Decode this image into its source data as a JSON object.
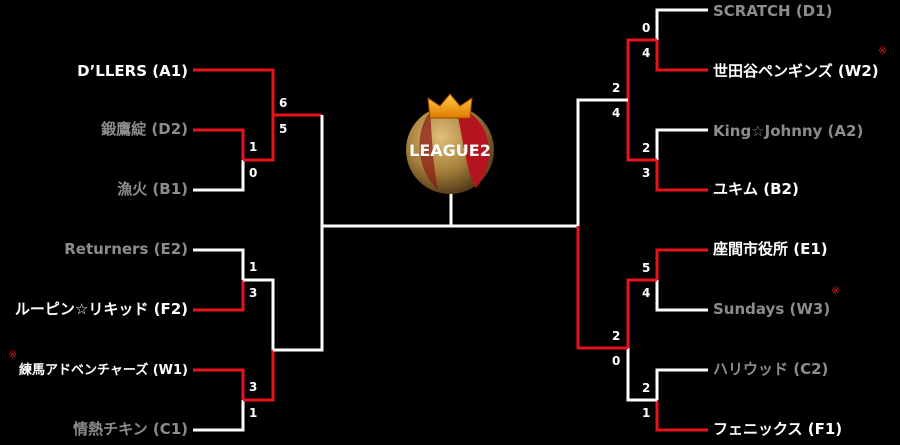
{
  "colors": {
    "winner_line": "#e8121e",
    "loser_line": "#ffffff",
    "winner_text": "#ffffff",
    "loser_text": "#8c8c8c",
    "mark": "#d01818"
  },
  "logo": {
    "text": "LEAGUE2",
    "icon": "crown-icon"
  },
  "mark_symbol": "※",
  "left": {
    "teams": [
      {
        "name": "D’LLERS (A1)",
        "winner": true
      },
      {
        "name": "鍛鷹綻 (D2)",
        "winner": false
      },
      {
        "name": "漁火 (B1)",
        "winner": false
      },
      {
        "name": "Returners (E2)",
        "winner": false
      },
      {
        "name": "ルーピン☆リキッド (F2)",
        "winner": true
      },
      {
        "name": "練馬アドベンチャーズ (W1)",
        "winner": true,
        "mark": true
      },
      {
        "name": "情熱チキン (C1)",
        "winner": false
      }
    ],
    "scores": {
      "qf1_a": "1",
      "qf1_b": "0",
      "qf2_a": "1",
      "qf2_b": "3",
      "qf3_a": "3",
      "qf3_b": "1",
      "sf1_a": "6",
      "sf1_b": "5"
    }
  },
  "right": {
    "teams": [
      {
        "name": "SCRATCH (D1)",
        "winner": false
      },
      {
        "name": "世田谷ペンギンズ (W2)",
        "winner": true,
        "mark": true
      },
      {
        "name": "King☆Johnny (A2)",
        "winner": false
      },
      {
        "name": "ユキム (B2)",
        "winner": true
      },
      {
        "name": "座間市役所 (E1)",
        "winner": true
      },
      {
        "name": "Sundays (W3)",
        "winner": false,
        "mark": true
      },
      {
        "name": "ハリウッド (C2)",
        "winner": false
      },
      {
        "name": "フェニックス (F1)",
        "winner": true
      }
    ],
    "scores": {
      "r1_a": "0",
      "r1_b": "4",
      "r2_a": "2",
      "r2_b": "3",
      "r3_a": "5",
      "r3_b": "4",
      "r4_a": "2",
      "r4_b": "1",
      "sf1_a": "2",
      "sf1_b": "4",
      "sf2_a": "2",
      "sf2_b": "0"
    }
  }
}
